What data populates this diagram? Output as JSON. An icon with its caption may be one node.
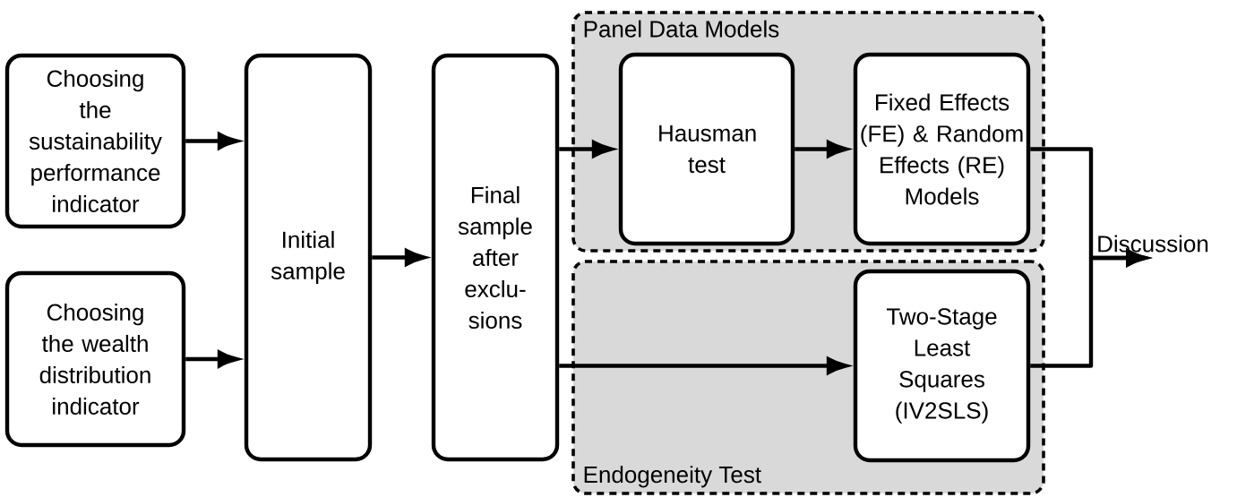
{
  "diagram": {
    "nodes": [
      {
        "text": [
          "Choosing the sustainability performance indicator"
        ]
      },
      {
        "text": [
          "Choosing the wealth distribution indicator"
        ]
      },
      {
        "text": [
          "Initial sample"
        ]
      },
      {
        "text": [
          "Final sample after exclu- sions"
        ]
      },
      {
        "text": [
          "Panel Data Models"
        ]
      },
      {
        "text": [
          "Hausman test"
        ],
        "in": 4
      },
      {
        "text": [
          "Fixed Effects (FE) & Random Effects (RE) Models"
        ],
        "in": 4
      },
      {
        "text": [
          "Endogeneity Test"
        ]
      },
      {
        "text": [
          "Two-Stage Least Squares (IV2SLS)"
        ],
        "in": 7
      },
      {
        "text": [
          "Discussion"
        ]
      }
    ],
    "edges": [
      {
        "from": 0,
        "to": 2,
        "arrow": "to"
      },
      {
        "from": 1,
        "to": 2,
        "arrow": "to"
      },
      {
        "from": 2,
        "to": 3,
        "arrow": "to"
      },
      {
        "from": 3,
        "to": 5,
        "arrow": "to"
      },
      {
        "from": 5,
        "to": 6,
        "arrow": "to"
      },
      {
        "from": 3,
        "to": 8,
        "arrow": "to"
      },
      {
        "from": 6,
        "to": 9,
        "arrow": "to"
      },
      {
        "from": 8,
        "to": 9,
        "arrow": "to"
      }
    ]
  }
}
